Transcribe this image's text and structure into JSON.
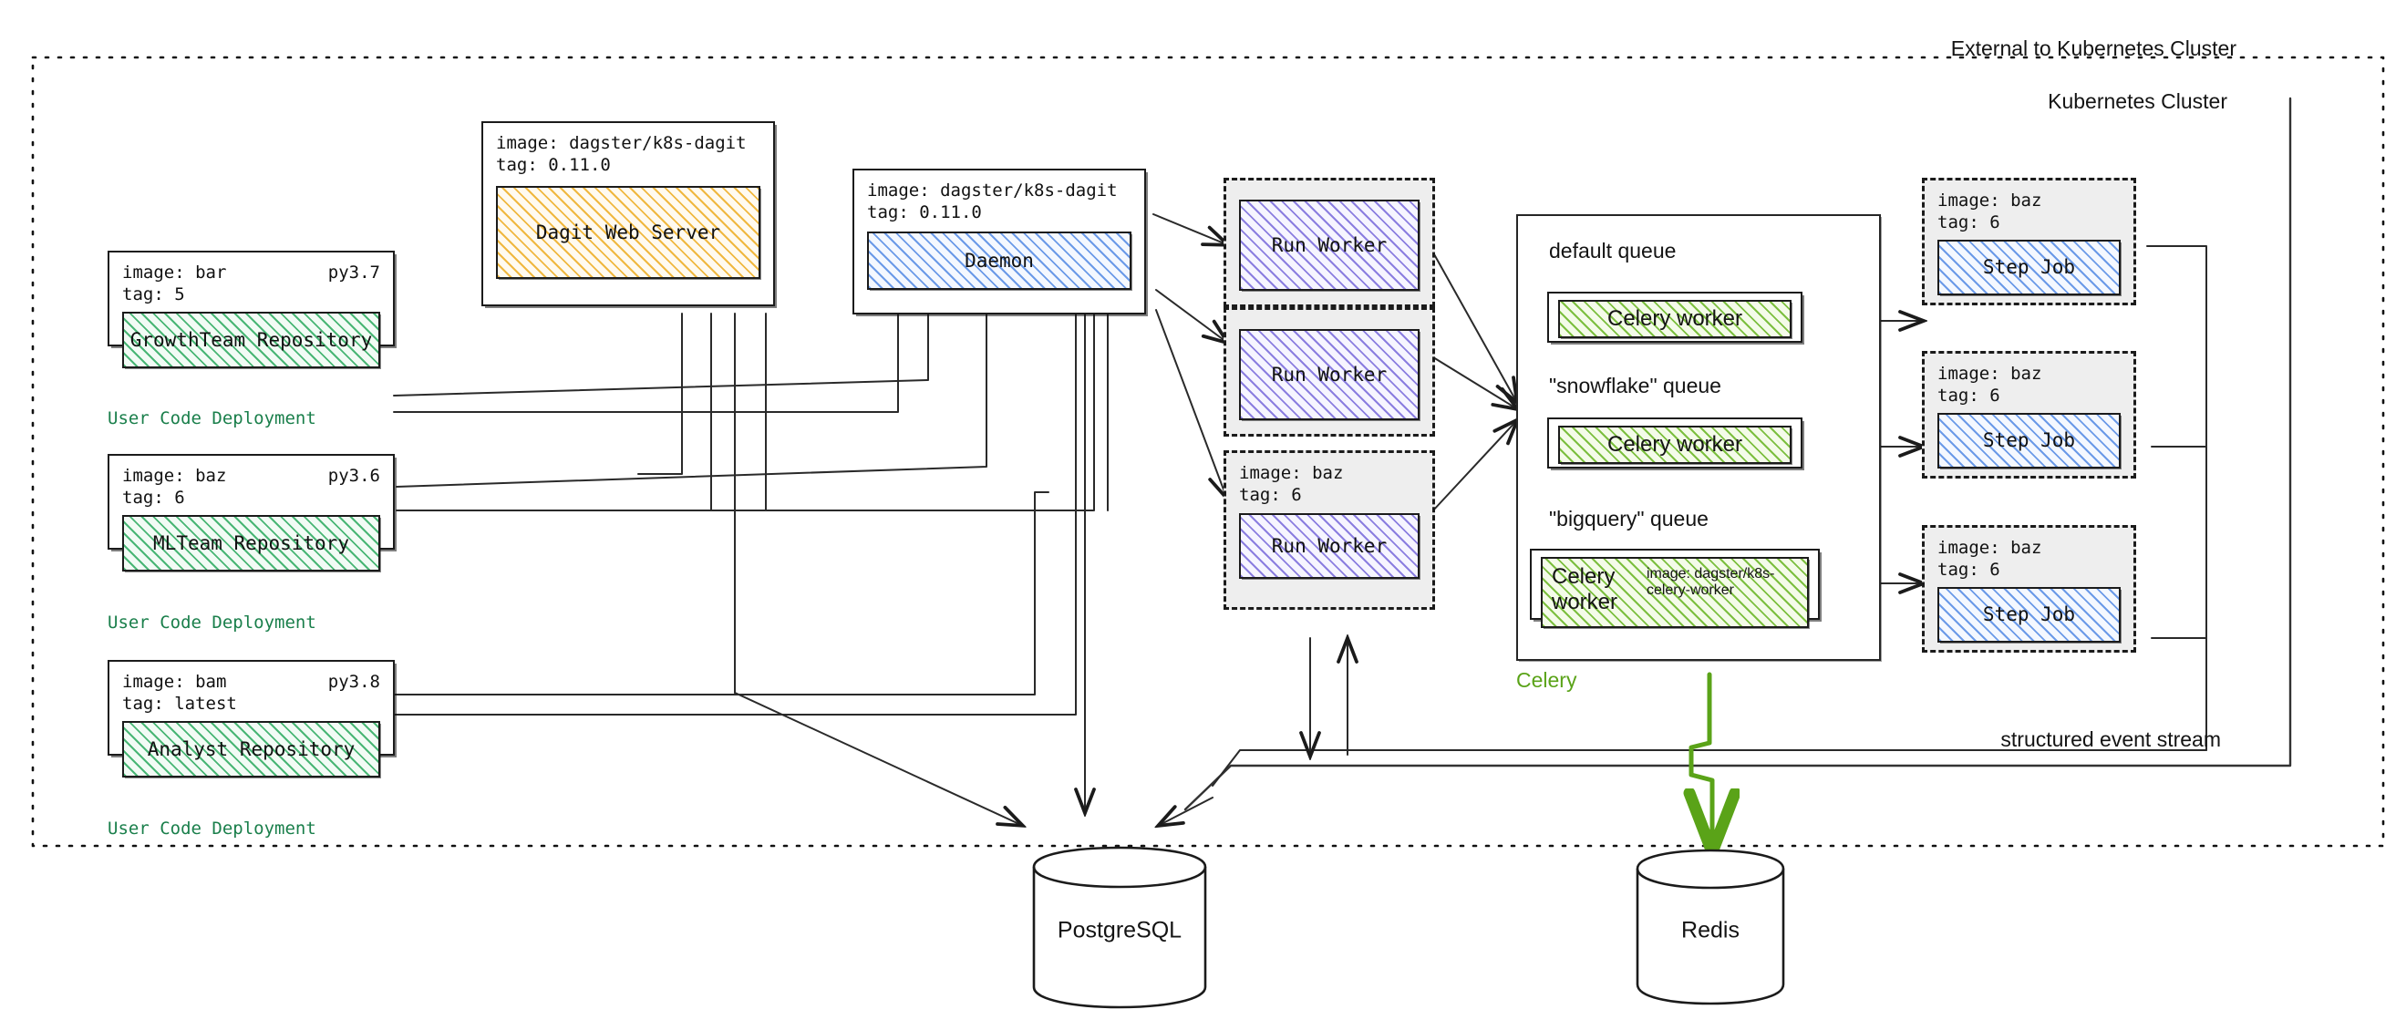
{
  "boundaries": {
    "external_label": "External to Kubernetes Cluster",
    "cluster_label": "Kubernetes Cluster",
    "event_stream_label": "structured event stream"
  },
  "user_code_deployments": [
    {
      "image_line": "image: bar",
      "tag_line": "tag: 5",
      "python": "py3.7",
      "repository": "GrowthTeam Repository",
      "caption": "User Code Deployment"
    },
    {
      "image_line": "image: baz",
      "tag_line": "tag: 6",
      "python": "py3.6",
      "repository": "MLTeam Repository",
      "caption": "User Code Deployment"
    },
    {
      "image_line": "image: bam",
      "tag_line": "tag: latest",
      "python": "py3.8",
      "repository": "Analyst Repository",
      "caption": "User Code Deployment"
    }
  ],
  "dagit": {
    "image_line": "image: dagster/k8s-dagit",
    "tag_line": "tag: 0.11.0",
    "title": "Dagit Web Server"
  },
  "daemon": {
    "image_line": "image: dagster/k8s-dagit",
    "tag_line": "tag: 0.11.0",
    "title": "Daemon"
  },
  "run_workers": [
    {
      "title": "Run Worker",
      "image_line": "",
      "tag_line": ""
    },
    {
      "title": "Run Worker",
      "image_line": "",
      "tag_line": ""
    },
    {
      "title": "Run Worker",
      "image_line": "image: baz",
      "tag_line": "tag: 6"
    }
  ],
  "celery": {
    "label": "Celery",
    "queues": [
      {
        "title": "default queue",
        "worker": "Celery worker",
        "worker_image": ""
      },
      {
        "title": "\"snowflake\" queue",
        "worker": "Celery worker",
        "worker_image": ""
      },
      {
        "title": "\"bigquery\" queue",
        "worker": "Celery worker",
        "worker_image": "image: dagster/k8s-celery-worker"
      }
    ]
  },
  "step_jobs": [
    {
      "image_line": "image: baz",
      "tag_line": "tag: 6",
      "title": "Step Job"
    },
    {
      "image_line": "image: baz",
      "tag_line": "tag: 6",
      "title": "Step Job"
    },
    {
      "image_line": "image: baz",
      "tag_line": "tag: 6",
      "title": "Step Job"
    }
  ],
  "databases": [
    {
      "name": "PostgreSQL"
    },
    {
      "name": "Redis"
    }
  ],
  "colors": {
    "ink": "#1b1b1b",
    "repo_green": "#49b675",
    "deployment_label_green": "#1a7f4b",
    "dagit_yellow": "#f0b840",
    "daemon_blue": "#6b9ae8",
    "run_worker_purple": "#8b7ee0",
    "celery_green": "#5aa318",
    "job_wrapper_gray": "#eeeeee"
  }
}
